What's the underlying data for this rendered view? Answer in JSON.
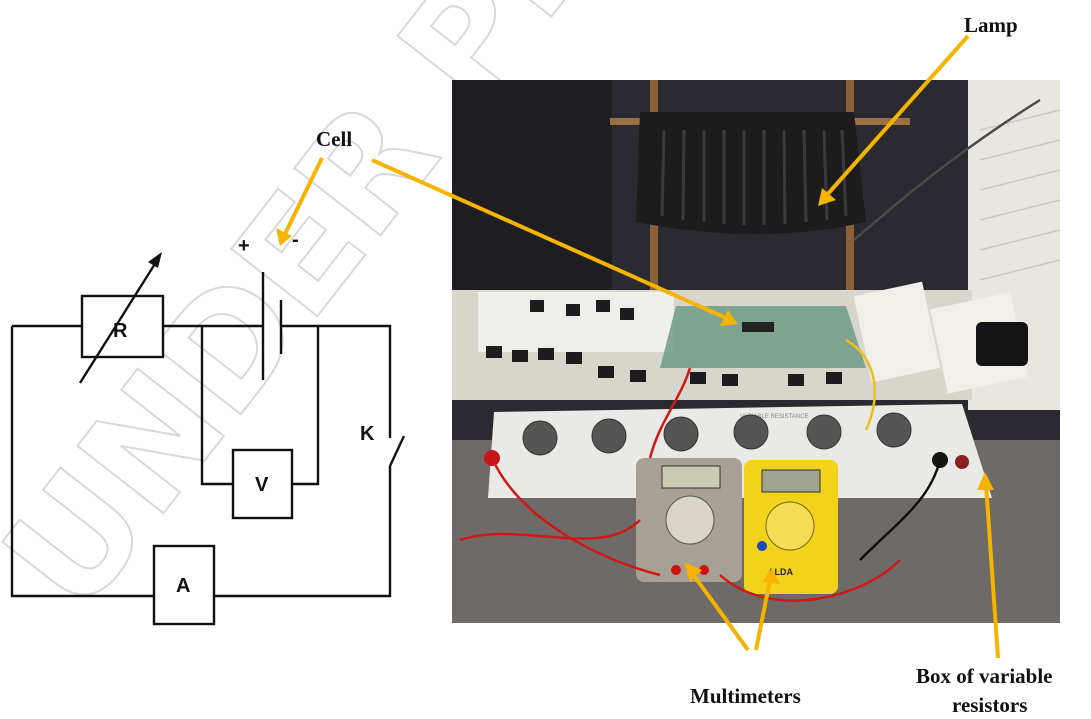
{
  "watermark": "UNDER PEER",
  "circuit": {
    "resistor_label": "R",
    "polarity_plus": "+",
    "polarity_minus": "-",
    "voltmeter_label": "V",
    "ammeter_label": "A",
    "switch_label": "K"
  },
  "callouts": {
    "cell": "Cell",
    "lamp": "Lamp",
    "multimeters": "Multimeters",
    "box_line1": "Box of variable",
    "box_line2": "resistors"
  },
  "colors": {
    "arrow": "#f4b400",
    "wire": "#111111",
    "lamp_body": "#1c1c1c",
    "resistor_box": "#e9e9e6",
    "multimeter_grey": "#a7a095",
    "multimeter_yellow": "#f2d21b",
    "probe_red": "#d01818"
  },
  "photo_devices": {
    "box_front_text": "VARIABLE RESISTANCE",
    "yellow_meter_brand": "ALDA"
  }
}
